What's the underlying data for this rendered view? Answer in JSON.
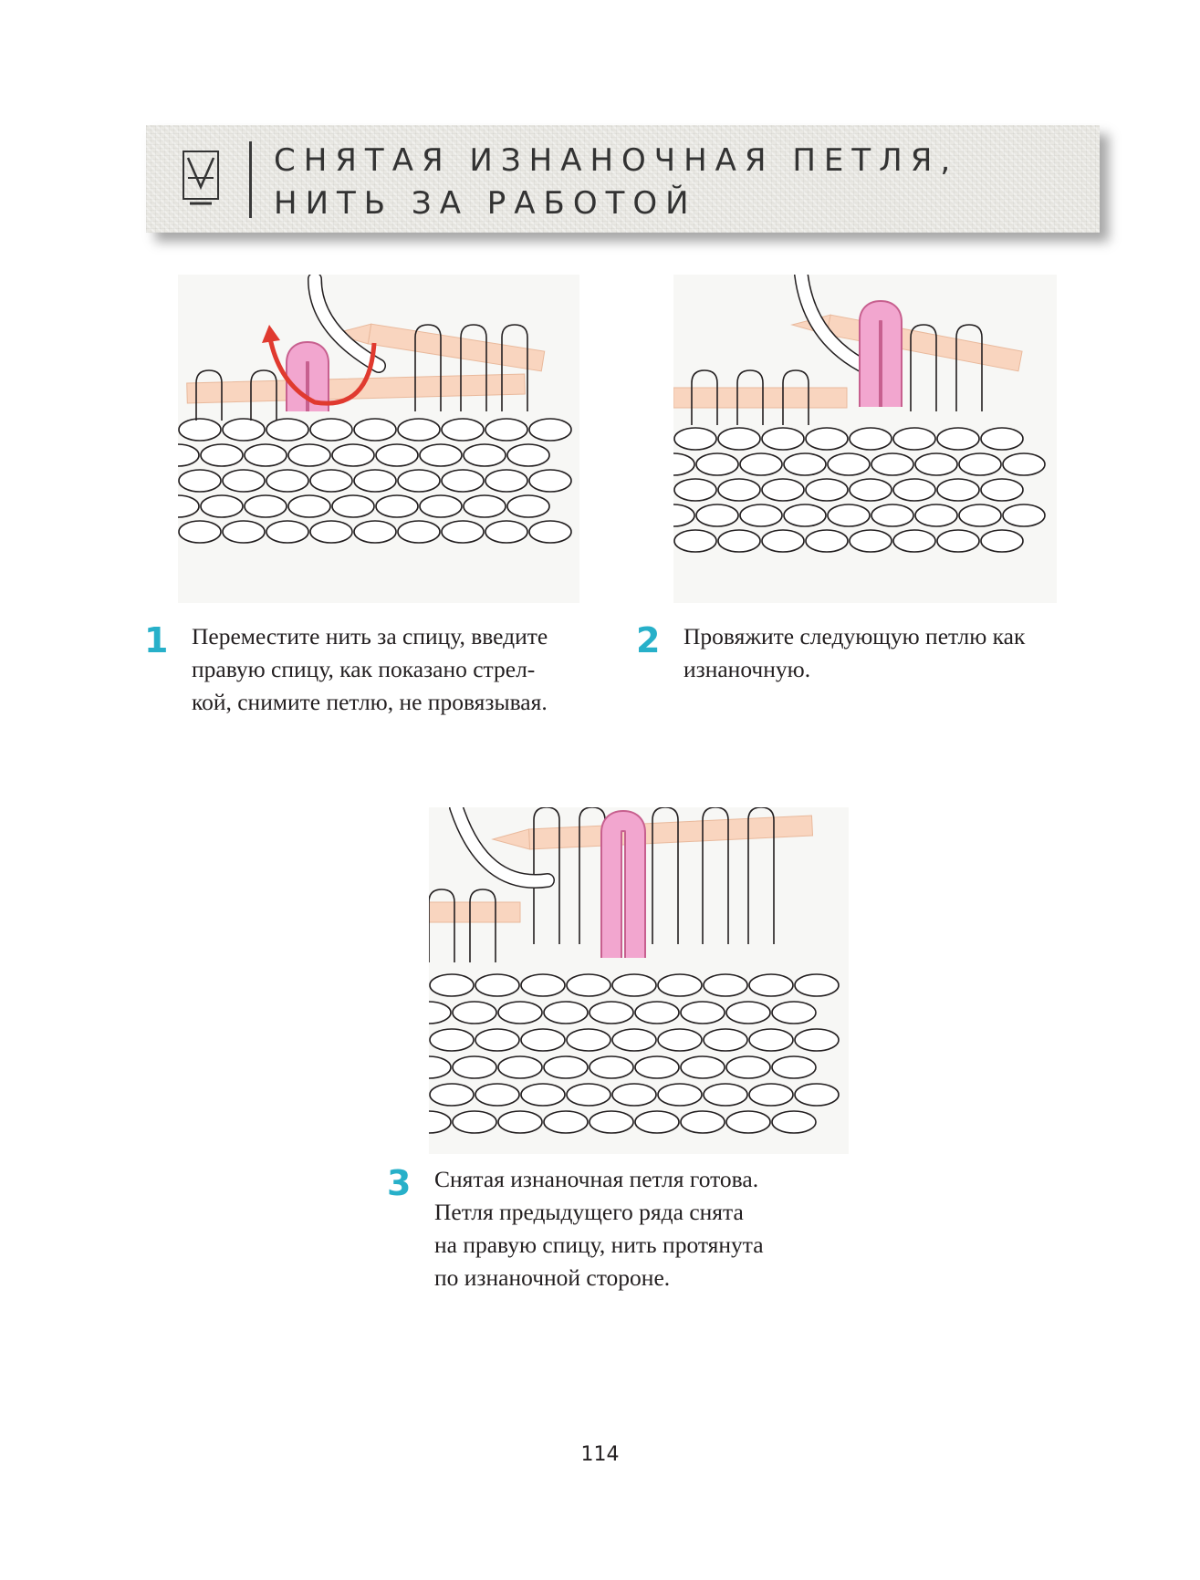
{
  "header": {
    "title_lines": [
      "Снятая изнаночная петля,",
      "нить за работой"
    ],
    "symbol_icon": "slip-stitch-purlwise-symbol-icon"
  },
  "colors": {
    "accent": "#27b0c9",
    "needle": "#f9d5bf",
    "highlight_loop": "#f2a6cf",
    "arrow": "#e03a2f"
  },
  "steps": [
    {
      "number": "1",
      "lines": [
        "Переместите нить за спицу, введите",
        "правую спицу, как показано стрел-",
        "кой, снимите петлю, не провязывая."
      ],
      "figure_icon": "knitting-slip-step1-illustration-icon"
    },
    {
      "number": "2",
      "lines": [
        "Провяжите следующую петлю как",
        "изнаночную."
      ],
      "figure_icon": "knitting-slip-step2-illustration-icon"
    },
    {
      "number": "3",
      "lines": [
        "Снятая изнаночная петля готова.",
        "Петля предыдущего ряда снята",
        "на правую спицу, нить протянута",
        "по изнаночной стороне."
      ],
      "figure_icon": "knitting-slip-step3-illustration-icon"
    }
  ],
  "page_number": "114"
}
